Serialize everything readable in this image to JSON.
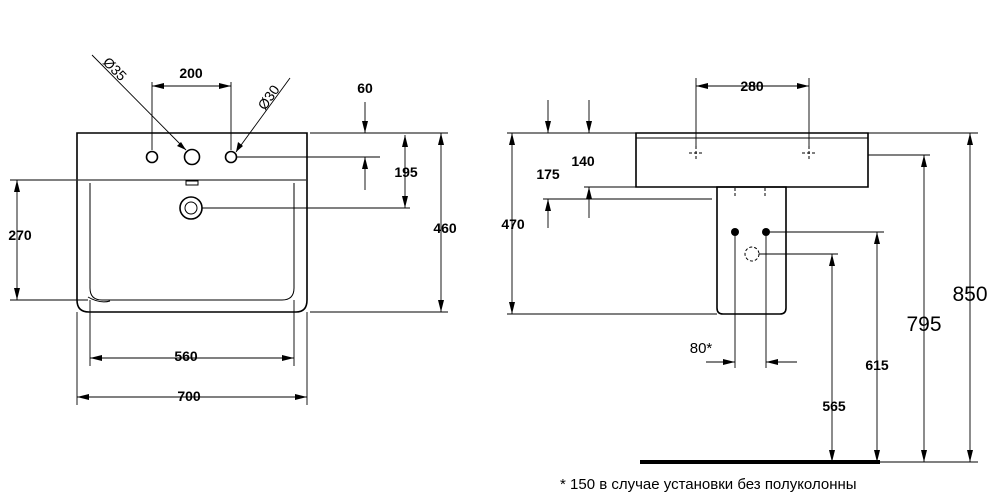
{
  "front_view": {
    "dim_tap_hole_dia": "Ø35",
    "dim_side_hole_dia": "Ø30",
    "dim_hole_spacing": "200",
    "dim_hole_offset": "60",
    "dim_hole_to_overflow": "195",
    "dim_bowl_depth": "270",
    "dim_total_depth": "460",
    "dim_inner_width": "560",
    "dim_total_width": "700"
  },
  "side_view": {
    "dim_fixing_spacing": "280",
    "dim_bracket_175": "175",
    "dim_bracket_140": "140",
    "dim_height_470": "470",
    "dim_drain_offset": "80*",
    "dim_height_615": "615",
    "dim_height_565": "565",
    "dim_height_795": "795",
    "dim_height_850": "850"
  },
  "footnote": "* 150 в случае установки без полуколонны"
}
